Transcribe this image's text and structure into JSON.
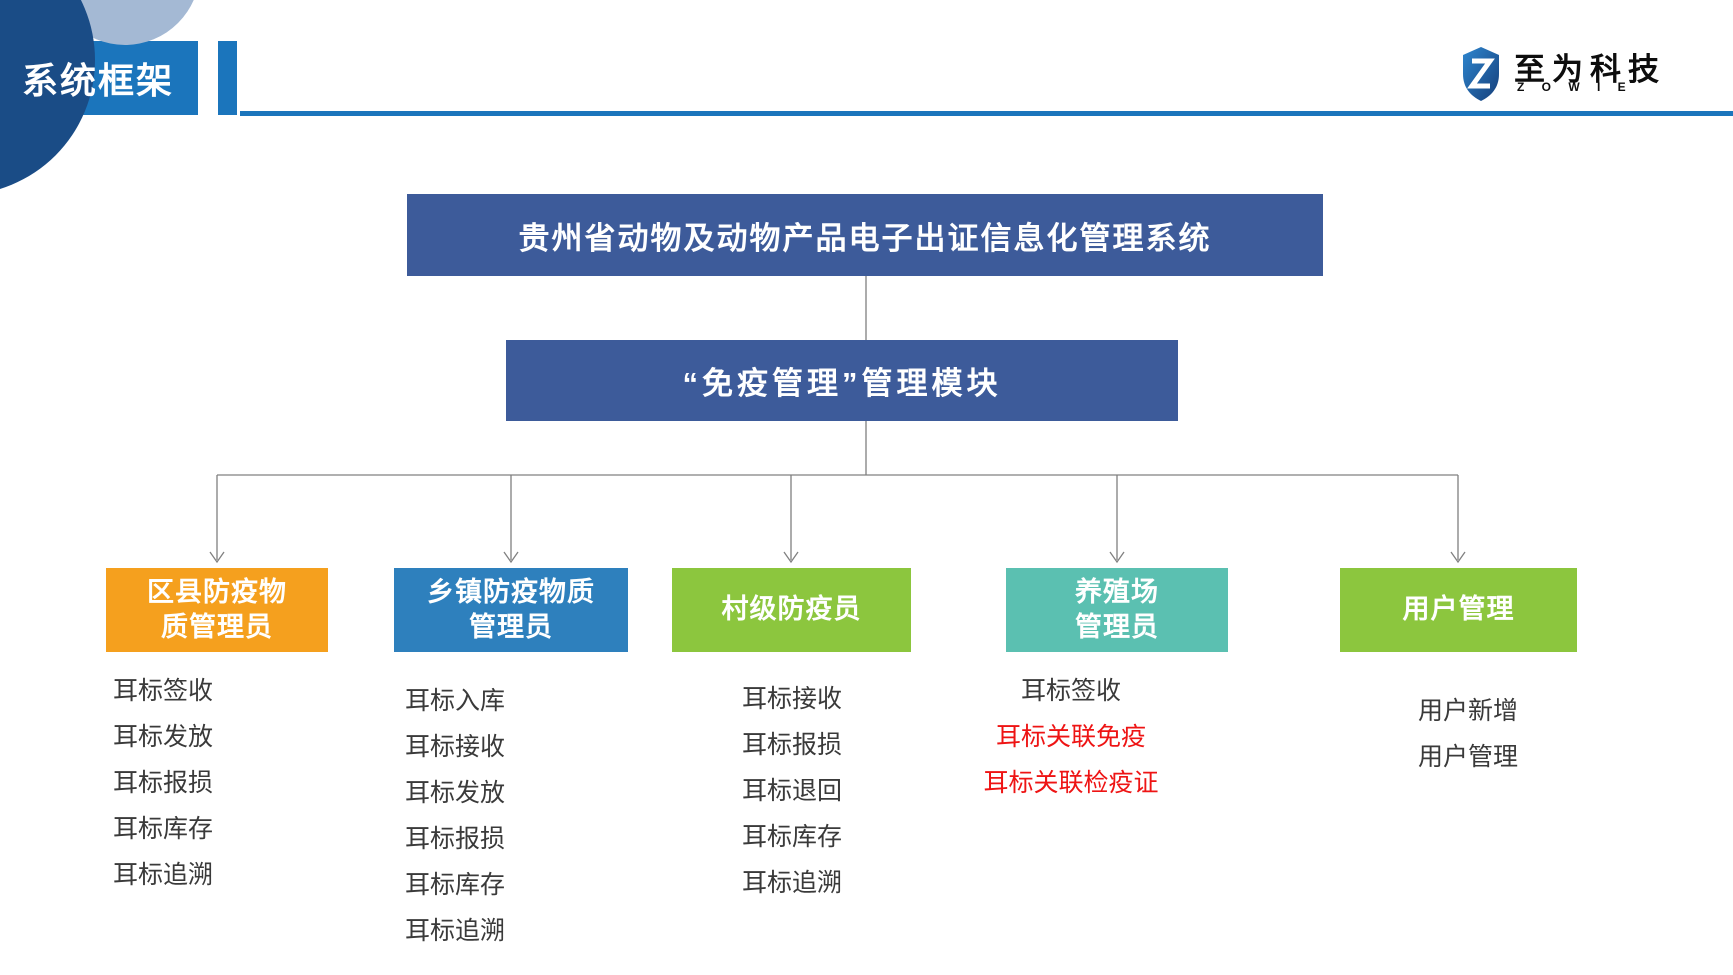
{
  "header": {
    "page_title": "系统框架",
    "logo_text": "至为科技",
    "logo_subtext": "Z O W I E"
  },
  "colors": {
    "banner_blue": "#1B75BC",
    "circle_dark": "#1A4C86",
    "circle_light": "#A4B9D4",
    "node_navy": "#3D5B9A",
    "connector_gray": "#808080",
    "item_text": "#3A3A3A",
    "highlight_red": "#EE1414",
    "shield_blue": "#1E6BB8",
    "shield_dark": "#163F7A"
  },
  "diagram": {
    "root_label": "贵州省动物及动物产品电子出证信息化管理系统",
    "module_label": "“免疫管理”管理模块",
    "columns": [
      {
        "role_lines": [
          "区县防疫物",
          "质管理员"
        ],
        "color": "#F5A01E",
        "items": [
          {
            "text": "耳标签收",
            "highlight": false
          },
          {
            "text": "耳标发放",
            "highlight": false
          },
          {
            "text": "耳标报损",
            "highlight": false
          },
          {
            "text": "耳标库存",
            "highlight": false
          },
          {
            "text": "耳标追溯",
            "highlight": false
          }
        ]
      },
      {
        "role_lines": [
          "乡镇防疫物质",
          "管理员"
        ],
        "color": "#2E80BD",
        "items": [
          {
            "text": "耳标入库",
            "highlight": false
          },
          {
            "text": "耳标接收",
            "highlight": false
          },
          {
            "text": "耳标发放",
            "highlight": false
          },
          {
            "text": "耳标报损",
            "highlight": false
          },
          {
            "text": "耳标库存",
            "highlight": false
          },
          {
            "text": "耳标追溯",
            "highlight": false
          }
        ]
      },
      {
        "role_lines": [
          "村级防疫员"
        ],
        "color": "#8CC63E",
        "items": [
          {
            "text": "耳标接收",
            "highlight": false
          },
          {
            "text": "耳标报损",
            "highlight": false
          },
          {
            "text": "耳标退回",
            "highlight": false
          },
          {
            "text": "耳标库存",
            "highlight": false
          },
          {
            "text": "耳标追溯",
            "highlight": false
          }
        ]
      },
      {
        "role_lines": [
          "养殖场",
          "管理员"
        ],
        "color": "#5BC0B1",
        "items": [
          {
            "text": "耳标签收",
            "highlight": false
          },
          {
            "text": "耳标关联免疫",
            "highlight": true
          },
          {
            "text": "耳标关联检疫证",
            "highlight": true
          }
        ]
      },
      {
        "role_lines": [
          "用户管理"
        ],
        "color": "#8CC63E",
        "items": [
          {
            "text": "用户新增",
            "highlight": false
          },
          {
            "text": "用户管理",
            "highlight": false
          }
        ]
      }
    ]
  }
}
